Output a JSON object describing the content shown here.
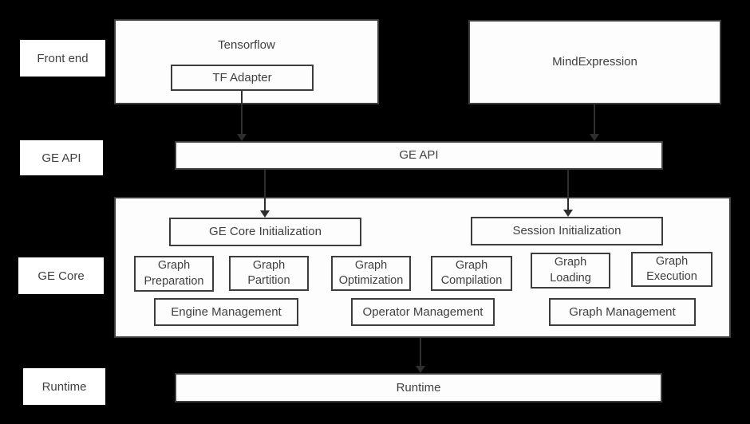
{
  "colors": {
    "background": "#000000",
    "box_fill": "#fdfdfd",
    "border": "#3d3d3d",
    "text": "#404040",
    "arrow": "#2e2e2e"
  },
  "row_labels": {
    "front_end": "Front end",
    "ge_api": "GE API",
    "ge_core": "GE Core",
    "runtime": "Runtime"
  },
  "front_end": {
    "tensorflow": "Tensorflow",
    "tf_adapter": "TF Adapter",
    "mind_expression": "MindExpression"
  },
  "api": {
    "label": "GE API"
  },
  "core": {
    "ge_core_initialization": "GE Core Initialization",
    "session_initialization": "Session Initialization",
    "graph_preparation": "Graph Preparation",
    "graph_partition": "Graph Partition",
    "graph_optimization": "Graph Optimization",
    "graph_compilation": "Graph Compilation",
    "graph_loading": "Graph Loading",
    "graph_execution": "Graph Execution",
    "engine_management": "Engine Management",
    "operator_management": "Operator Management",
    "graph_management": "Graph Management"
  },
  "runtime": {
    "label": "Runtime"
  }
}
